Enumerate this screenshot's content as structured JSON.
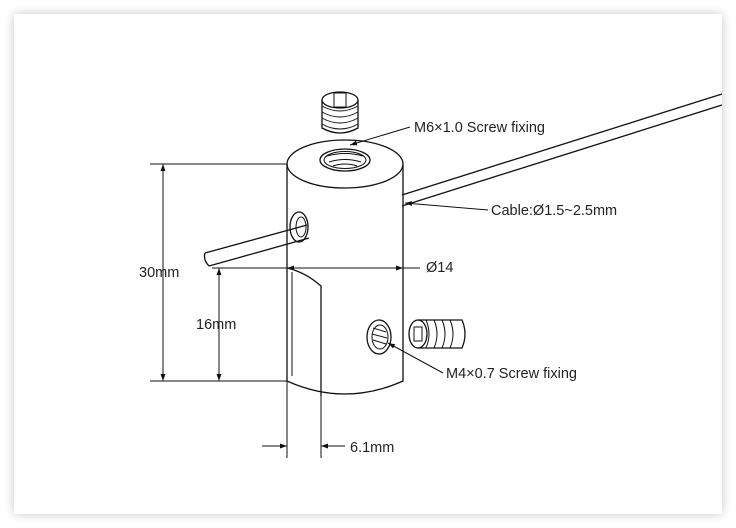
{
  "labels": {
    "m6_screw": "M6×1.0 Screw fixing",
    "cable": "Cable:Ø1.5~2.5mm",
    "diameter": "Ø14",
    "height_total": "30mm",
    "height_slot": "16mm",
    "m4_screw": "M4×0.7 Screw fixing",
    "slot_width": "6.1mm"
  }
}
